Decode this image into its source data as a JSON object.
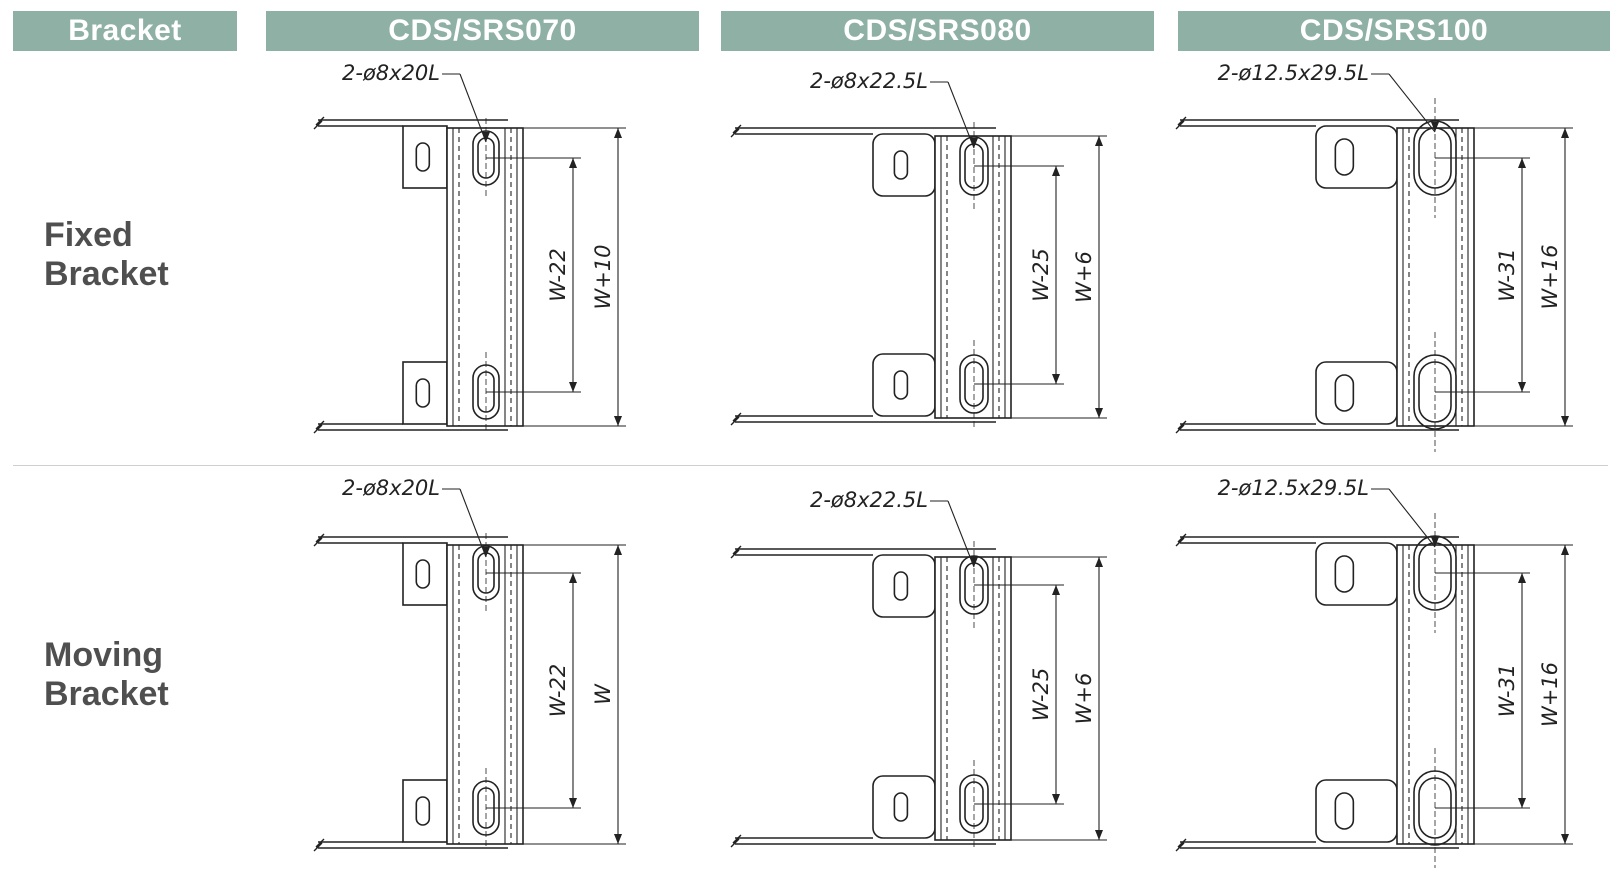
{
  "header": {
    "bracket": "Bracket",
    "models": [
      "CDS/SRS070",
      "CDS/SRS080",
      "CDS/SRS100"
    ]
  },
  "rows": [
    {
      "line1": "Fixed",
      "line2": "Bracket",
      "drawings": [
        {
          "hole": "2-ø8x20L",
          "inner": "W-22",
          "outer": "W+10"
        },
        {
          "hole": "2-ø8x22.5L",
          "inner": "W-25",
          "outer": "W+6"
        },
        {
          "hole": "2-ø12.5x29.5L",
          "inner": "W-31",
          "outer": "W+16"
        }
      ]
    },
    {
      "line1": "Moving",
      "line2": "Bracket",
      "drawings": [
        {
          "hole": "2-ø8x20L",
          "inner": "W-22",
          "outer": "W"
        },
        {
          "hole": "2-ø8x22.5L",
          "inner": "W-25",
          "outer": "W+6"
        },
        {
          "hole": "2-ø12.5x29.5L",
          "inner": "W-31",
          "outer": "W+16"
        }
      ]
    }
  ],
  "colors": {
    "header_bg": "#8fb1a5",
    "header_text": "#ffffff",
    "label_text": "#4f4f4f",
    "line": "#222222"
  }
}
